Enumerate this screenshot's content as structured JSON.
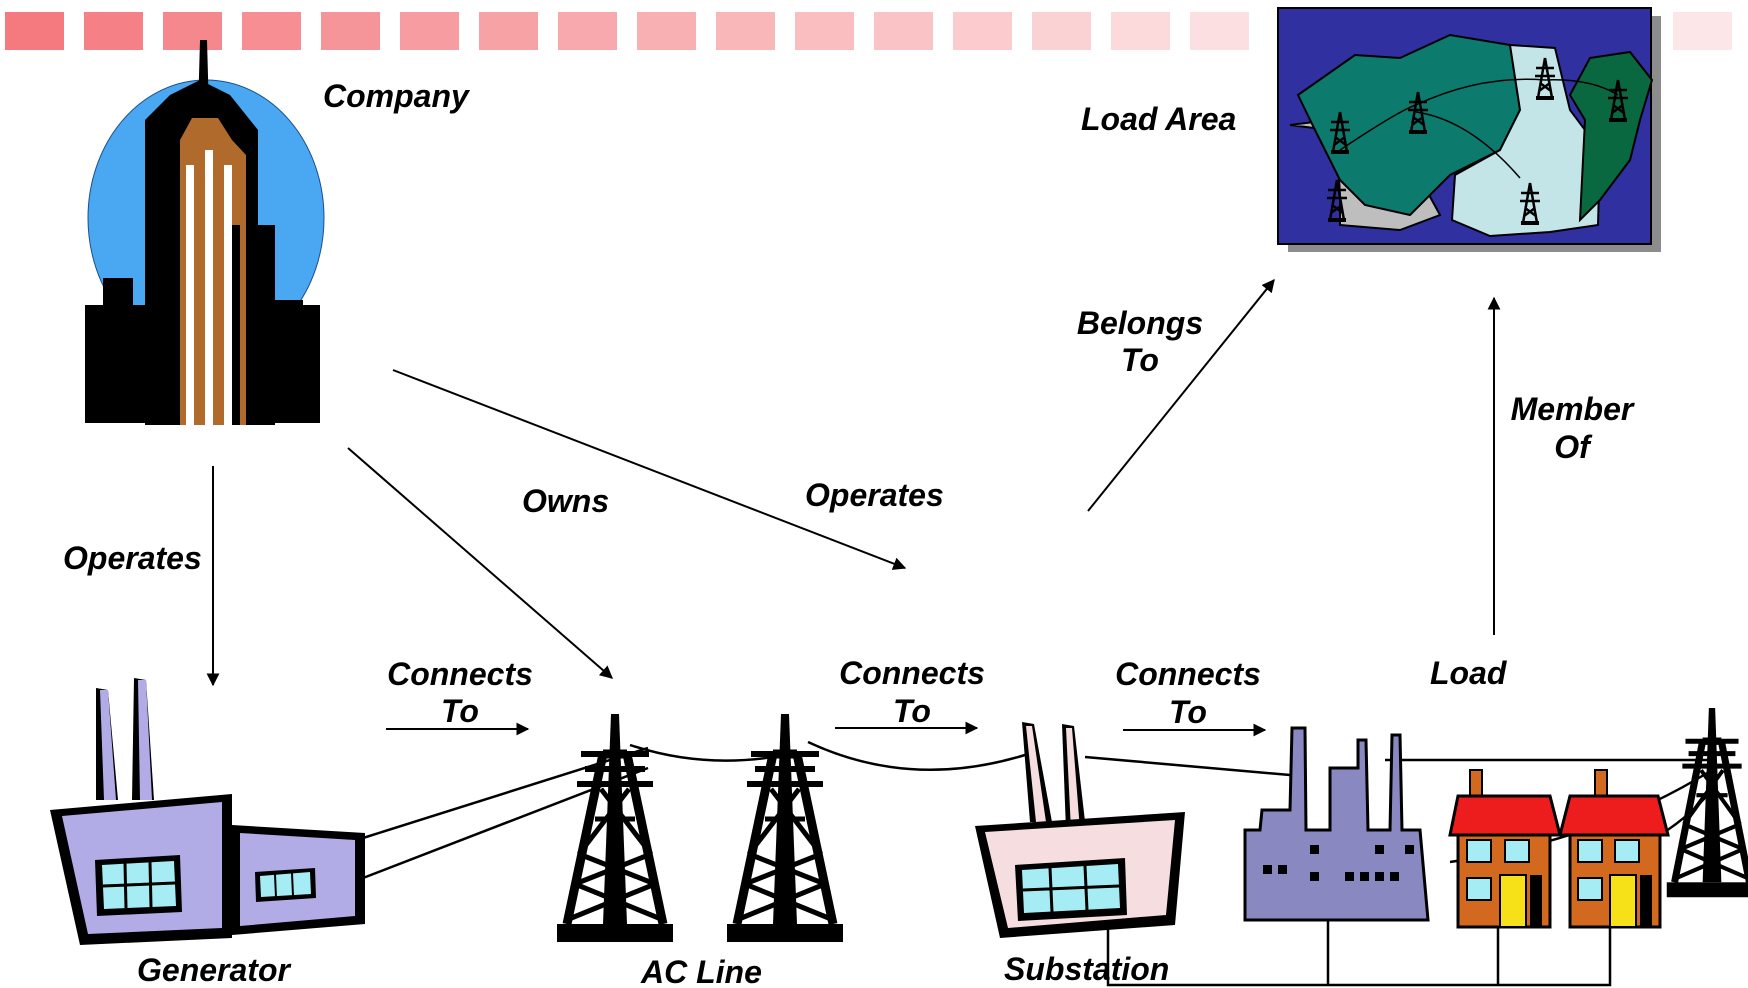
{
  "nodes": {
    "company": {
      "label": "Company"
    },
    "load_area": {
      "label": "Load Area"
    },
    "generator": {
      "label": "Generator"
    },
    "ac_line": {
      "label": "AC Line"
    },
    "substation": {
      "label": "Substation"
    },
    "load": {
      "label": "Load"
    }
  },
  "edges": {
    "company_generator": {
      "label": "Operates"
    },
    "company_acline": {
      "label": "Owns"
    },
    "company_substation": {
      "label": "Operates"
    },
    "generator_acline": {
      "line1": "Connects",
      "line2": "To"
    },
    "acline_substation": {
      "line1": "Connects",
      "line2": "To"
    },
    "substation_load": {
      "line1": "Connects",
      "line2": "To"
    },
    "substation_loadarea": {
      "line1": "Belongs",
      "line2": "To"
    },
    "load_loadarea": {
      "line1": "Member",
      "line2": "Of"
    }
  },
  "colors": {
    "banner_start": "#f47a7f",
    "banner_end": "#fde6e7",
    "company_backdrop": "#4aa8f2",
    "company_gold": "#b06a2c",
    "generator_body": "#b1abe6",
    "window_glass": "#a6ecf4",
    "substation_body": "#f5dde0",
    "factory_body": "#8a88c0",
    "house_roof": "#ee1d1d",
    "house_wall": "#d2691e",
    "map_bg": "#3030a0",
    "map_dark_green": "#0d7a6e",
    "map_light": "#c4e5e8",
    "map_grey": "#bebebe",
    "map_green": "#0a6840"
  },
  "icons": {
    "company": "skyscraper-icon",
    "generator": "power-plant-icon",
    "ac_line": "transmission-tower-icon",
    "substation": "substation-icon",
    "load": "factory-and-houses-icon",
    "load_area": "region-map-icon"
  }
}
